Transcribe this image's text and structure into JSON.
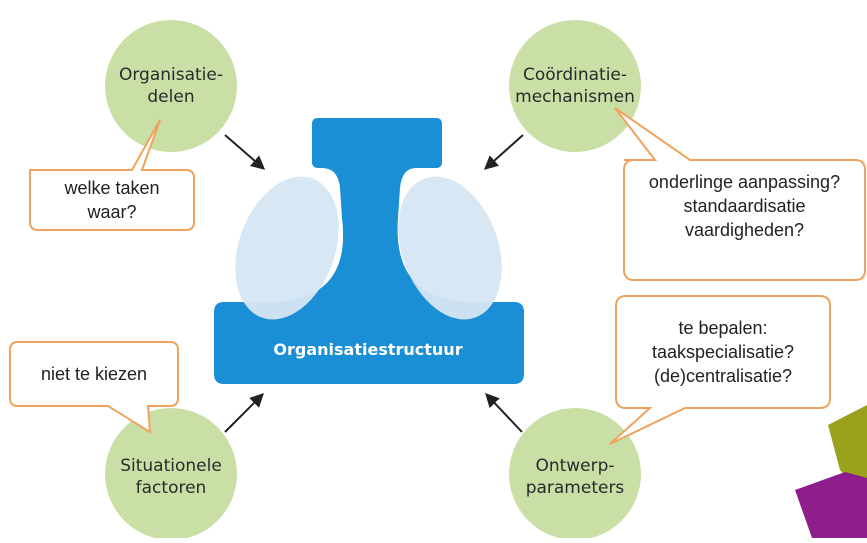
{
  "center": {
    "label": "Organisatiestructuur"
  },
  "circles": {
    "top_left": {
      "line1": "Organisatie-",
      "line2": "delen"
    },
    "top_right": {
      "line1": "Coördinatie-",
      "line2": "mechanismen"
    },
    "bottom_left": {
      "line1": "Situationele",
      "line2": "factoren"
    },
    "bottom_right": {
      "line1": "Ontwerp-",
      "line2": "parameters"
    }
  },
  "callouts": {
    "top_left": {
      "line1": "welke taken",
      "line2": "waar?"
    },
    "top_right": {
      "line1": "onderlinge aanpassing?",
      "line2": "standaardisatie",
      "line3": "vaardigheden?"
    },
    "bottom_left": {
      "line1": "niet te kiezen"
    },
    "bottom_right": {
      "line1": "te bepalen:",
      "line2": "taakspecialisatie?",
      "line3": "(de)centralisatie?"
    }
  },
  "colors": {
    "circle_fill": "#c9dfa6",
    "shape_blue": "#1a8fd6",
    "lobe_fill": "#d6e6f3",
    "callout_border": "#f0a35e",
    "arrow": "#222222",
    "deco_olive": "#9aa11b",
    "deco_purple": "#8e1e8c"
  }
}
